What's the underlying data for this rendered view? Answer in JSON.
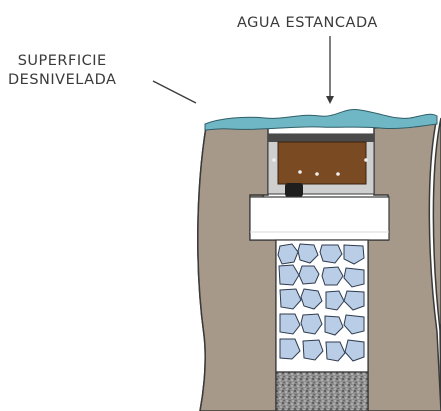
{
  "labels": {
    "standing_water": "AGUA ESTANCADA",
    "uneven_surface_line1": "SUPERFICIE",
    "uneven_surface_line2": "DESNIVELADA"
  },
  "colors": {
    "soil": "#a7998a",
    "soil_outline": "#3a3a3a",
    "water": "#6fb7c4",
    "grate": "#7a4a22",
    "frame": "#4a4a4a",
    "pipe": "#ffffff",
    "stones": "#b9cde6",
    "base": "#9a9a9a"
  }
}
